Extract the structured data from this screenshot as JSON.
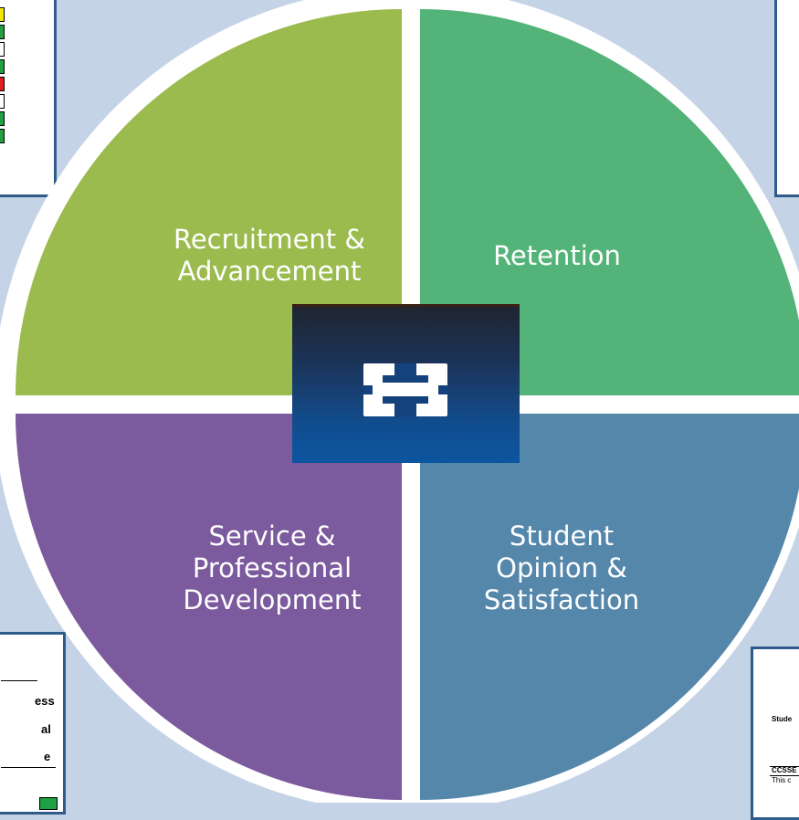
{
  "wheel": {
    "quadrants": [
      {
        "id": "recruitment",
        "label": "Recruitment &\nAdvancement",
        "color": "#9bbb4e"
      },
      {
        "id": "retention",
        "label": "Retention",
        "color": "#53b378"
      },
      {
        "id": "service",
        "label": "Service &\nProfessional\nDevelopment",
        "color": "#7b5a9e"
      },
      {
        "id": "student_opinion",
        "label": "Student\nOpinion &\nSatisfaction",
        "color": "#5587ab"
      }
    ],
    "ring_color": "#ffffff",
    "background": "#c5d3e6"
  },
  "logo": {
    "icon": "institution-logo-icon"
  },
  "corner_cards": {
    "top_left": {
      "status_colors": [
        "#f4e70a",
        "#1fa043",
        "#ffffff",
        "#1fa043",
        "#e02020",
        "#ffffff",
        "#1fa043",
        "#1fa043"
      ]
    },
    "bottom_left": {
      "lines": [
        "ess",
        "al",
        "e"
      ],
      "status_colors": [
        "#1fa043"
      ]
    },
    "bottom_right": {
      "header": "Stude",
      "row_label": "CCSSE",
      "row_text": "This c"
    }
  }
}
